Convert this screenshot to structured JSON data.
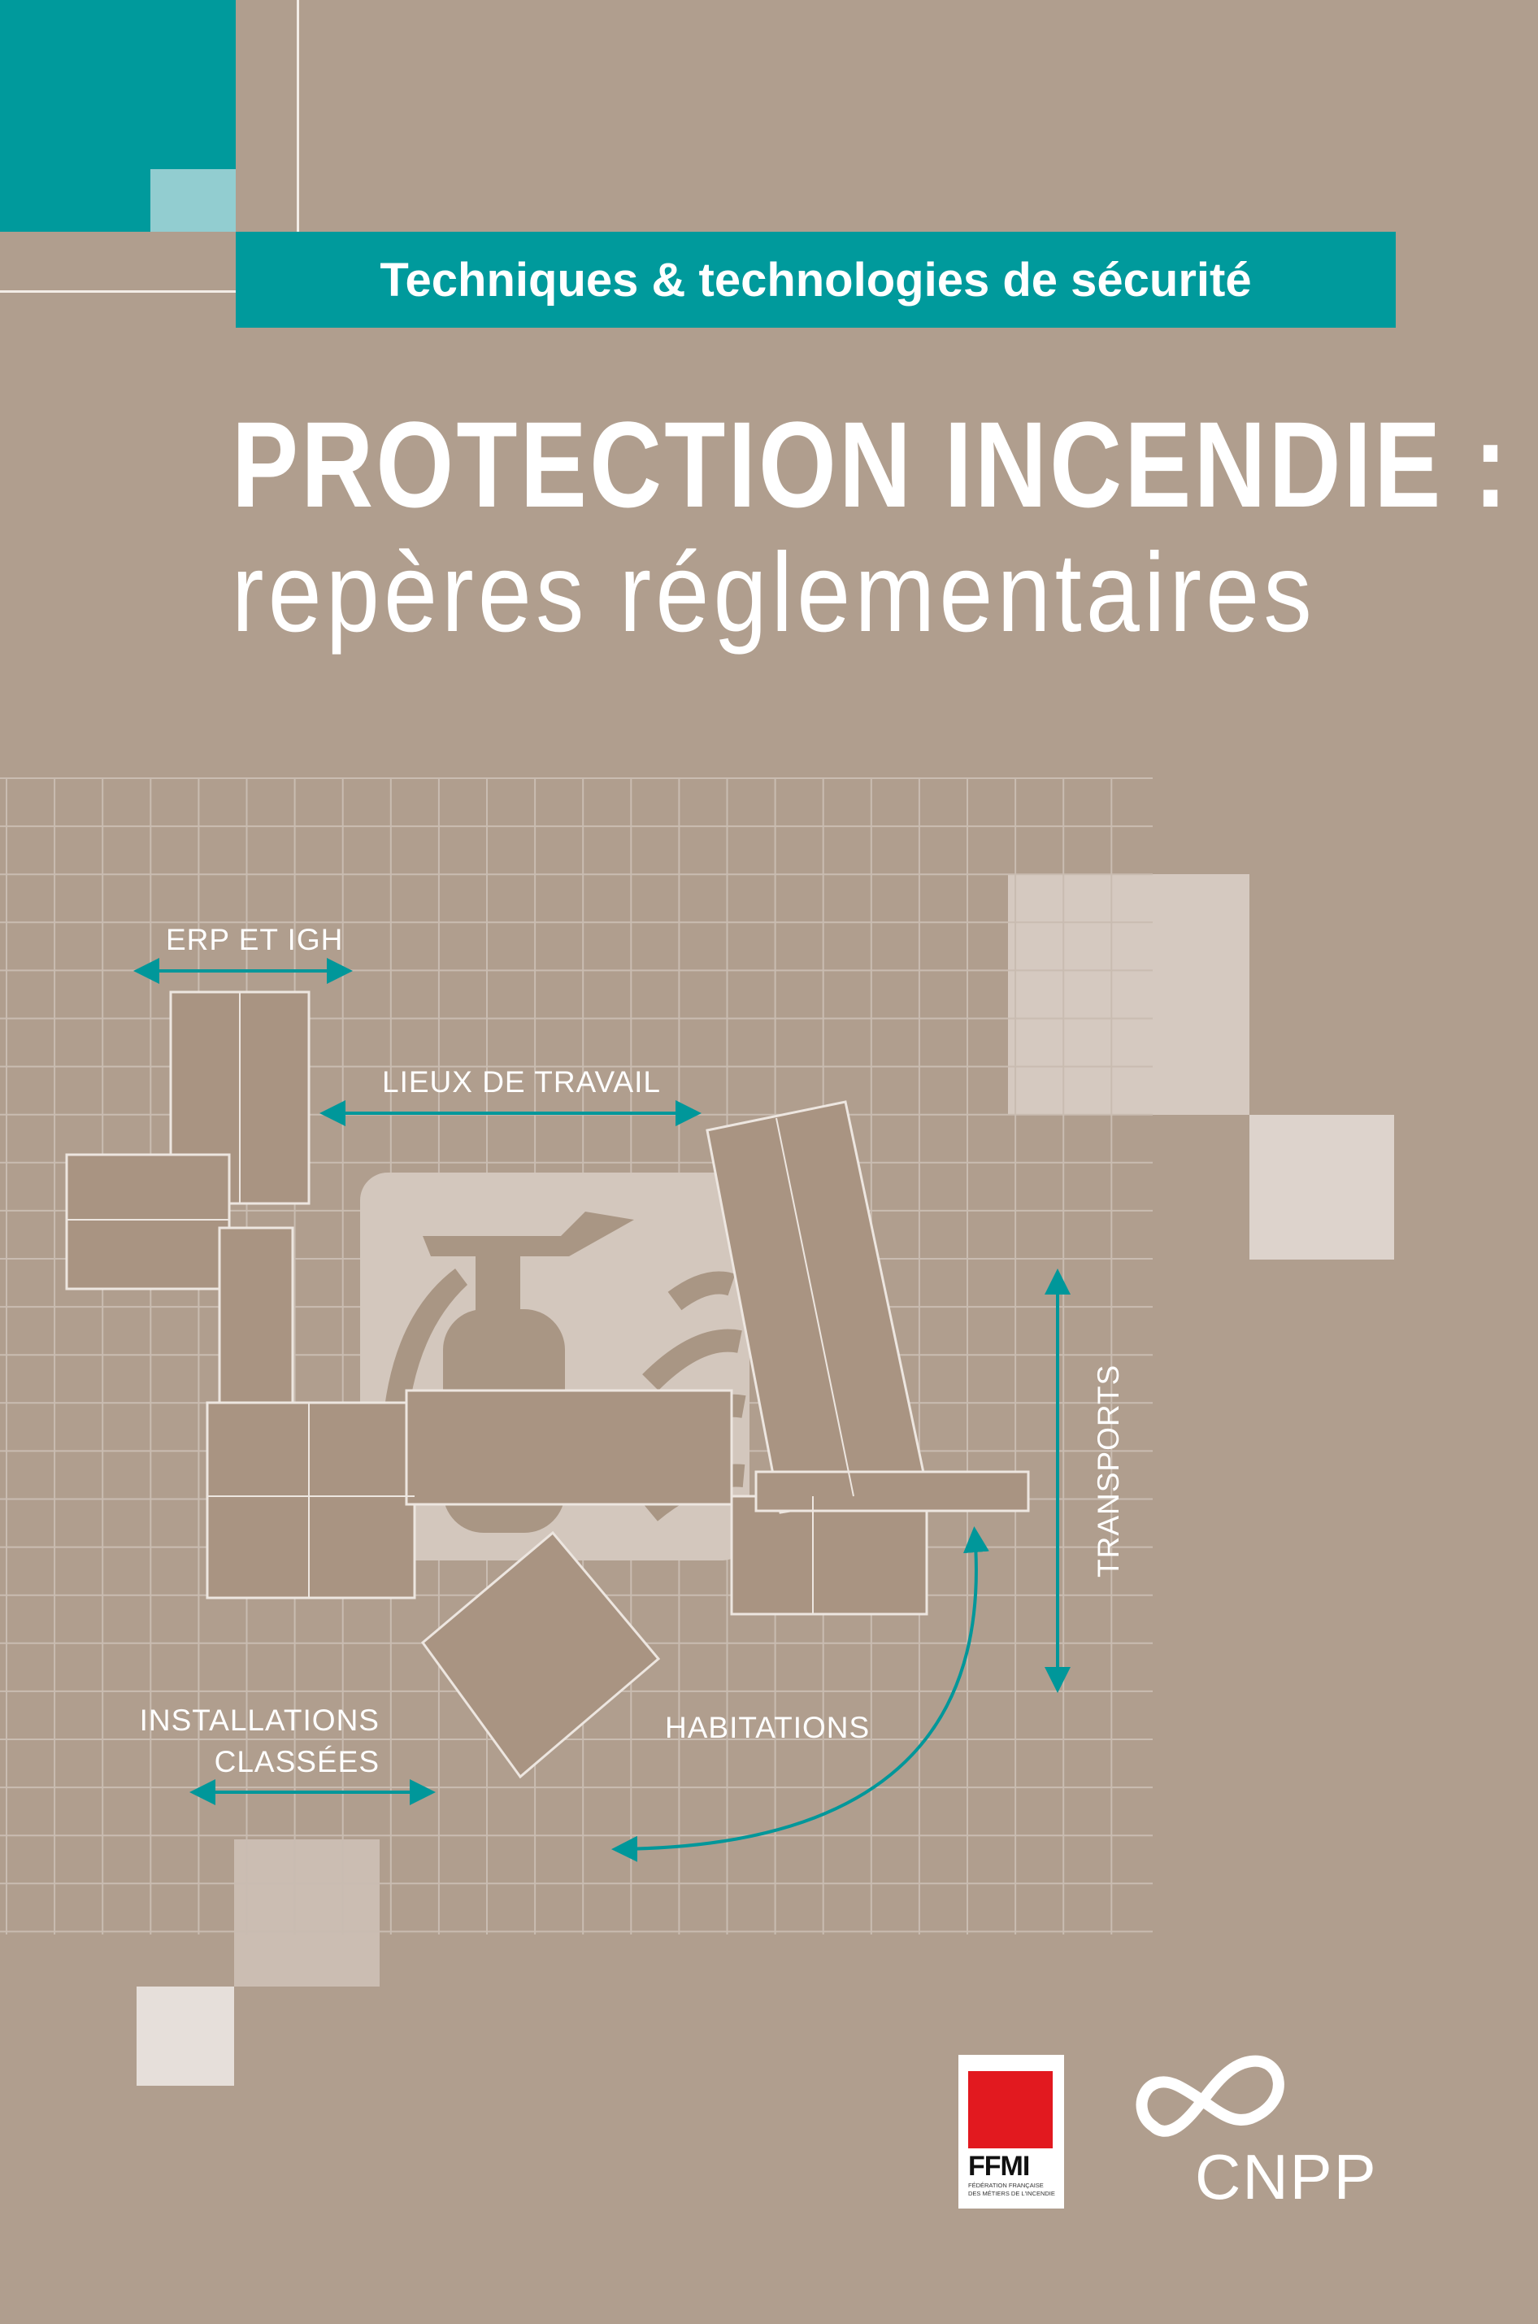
{
  "series_banner": "Techniques & technologies de sécurité",
  "title_line1": "PROTECTION INCENDIE :",
  "title_line2": "repères réglementaires",
  "diagram_labels": {
    "erp": "ERP ET IGH",
    "work": "LIEUX DE TRAVAIL",
    "transports": "TRANSPORTS",
    "habitations": "HABITATIONS",
    "installations_1": "INSTALLATIONS",
    "installations_2": "CLASSÉES"
  },
  "logos": {
    "ffmi_name": "FFMI",
    "ffmi_subtitle": "FÉDÉRATION FRANÇAISE DES MÉTIERS DE L'INCENDIE",
    "cnpp_name": "CNPP"
  },
  "colors": {
    "background": "#b09e8e",
    "teal": "#009a9c",
    "teal_light": "#92cdd0",
    "ffmi_red": "#e2191f"
  }
}
